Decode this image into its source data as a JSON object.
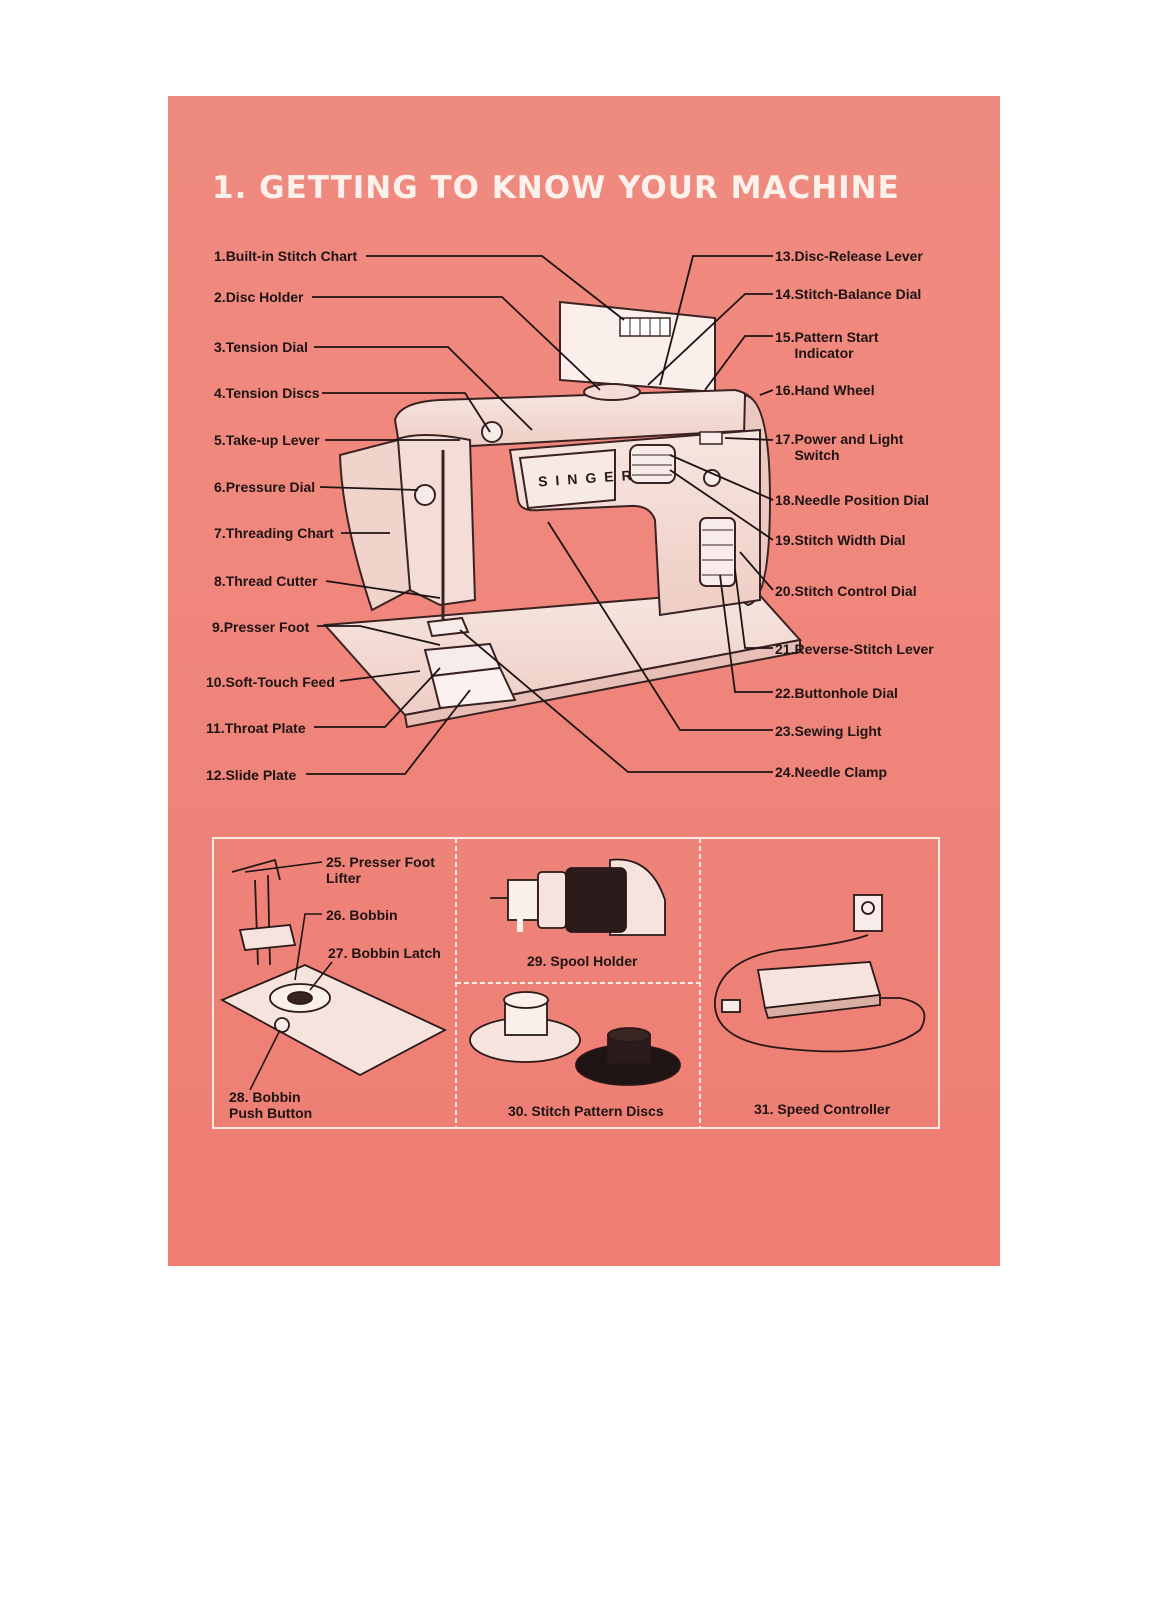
{
  "title": "1. GETTING TO KNOW YOUR MACHINE",
  "brand_text": "SINGER",
  "sheet_color": "#ef8a80",
  "left_labels": [
    {
      "num": "1.",
      "text": "Built-in Stitch Chart"
    },
    {
      "num": "2.",
      "text": "Disc Holder"
    },
    {
      "num": "3.",
      "text": "Tension Dial"
    },
    {
      "num": "4.",
      "text": "Tension Discs"
    },
    {
      "num": "5.",
      "text": "Take-up Lever"
    },
    {
      "num": "6.",
      "text": "Pressure Dial"
    },
    {
      "num": "7.",
      "text": "Threading Chart"
    },
    {
      "num": "8.",
      "text": "Thread Cutter"
    },
    {
      "num": "9.",
      "text": "Presser Foot"
    },
    {
      "num": "10.",
      "text": "Soft-Touch Feed"
    },
    {
      "num": "11.",
      "text": "Throat Plate"
    },
    {
      "num": "12.",
      "text": "Slide Plate"
    }
  ],
  "right_labels": [
    {
      "num": "13.",
      "text": "Disc-Release Lever"
    },
    {
      "num": "14.",
      "text": "Stitch-Balance Dial"
    },
    {
      "num": "15.",
      "text": "Pattern Start\nIndicator"
    },
    {
      "num": "16.",
      "text": "Hand Wheel"
    },
    {
      "num": "17.",
      "text": "Power and Light\nSwitch"
    },
    {
      "num": "18.",
      "text": "Needle Position Dial"
    },
    {
      "num": "19.",
      "text": "Stitch Width Dial"
    },
    {
      "num": "20.",
      "text": "Stitch Control Dial"
    },
    {
      "num": "21.",
      "text": "Reverse-Stitch Lever"
    },
    {
      "num": "22.",
      "text": "Buttonhole Dial"
    },
    {
      "num": "23.",
      "text": "Sewing Light"
    },
    {
      "num": "24.",
      "text": "Needle Clamp"
    }
  ],
  "panel_labels": {
    "presser_foot_lifter": "25. Presser Foot\nLifter",
    "bobbin": "26. Bobbin",
    "bobbin_latch": "27. Bobbin Latch",
    "bobbin_push_button": "28. Bobbin\nPush Button",
    "spool_holder": "29. Spool Holder",
    "stitch_pattern_discs": "30. Stitch Pattern Discs",
    "speed_controller": "31. Speed Controller"
  }
}
